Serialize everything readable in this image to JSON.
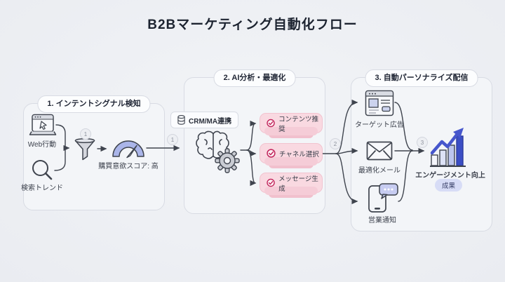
{
  "title": "B2Bマーケティング自動化フロー",
  "sections": {
    "s1": {
      "label": "1. インテントシグナル検知"
    },
    "s2": {
      "label": "2. AI分析・最適化"
    },
    "s3": {
      "label": "3. 自動パーソナライズ配信"
    }
  },
  "detect": {
    "web": "Web行動",
    "search": "検索トレンド",
    "score": "購買意欲スコア: 高"
  },
  "analyze": {
    "crm": "CRM/MA連携",
    "outputs": [
      "コンテンツ推奨",
      "チャネル選択",
      "メッセージ生成"
    ]
  },
  "deliver": {
    "ad": "ターゲット広告",
    "mail": "最適化メール",
    "sales": "営業通知",
    "result": "エンゲージメント向上",
    "result_badge": "成果"
  },
  "badges": {
    "funnel": "1",
    "step1": "1",
    "step2": "2",
    "step3": "3"
  },
  "colors": {
    "background": "#edeff3",
    "panel_border": "#d8dbe3",
    "line": "#3f444e",
    "periwinkle": "#aab5e9",
    "indigo": "#4152c8",
    "pink_bg": "#f9d9e1",
    "pink_icon": "#c2255c",
    "lavender_badge": "#d7dcf6"
  }
}
